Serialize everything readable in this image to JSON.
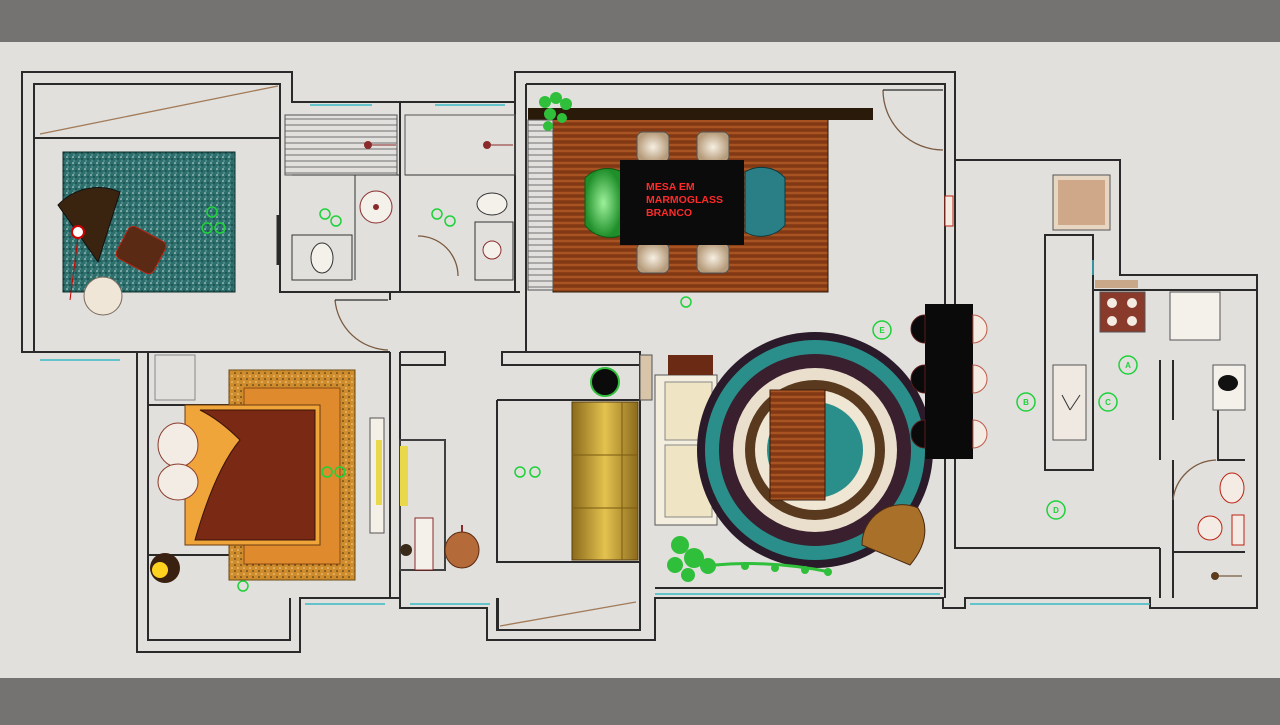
{
  "viewer": {
    "frame_color": "#757272",
    "sheet_color": "#e1e0dc"
  },
  "dining_table": {
    "label_lines": [
      "MESA EM",
      "MARMOGLASS",
      "BRANCO"
    ],
    "label_color": "#ff2a2a"
  },
  "markers": {
    "view_letters": [
      "A",
      "B",
      "C",
      "D",
      "E"
    ]
  },
  "colors": {
    "wall": "#2a2a2a",
    "marker": "#1fd13a",
    "rug_teal": "#2f7b78",
    "wood": "#9a4a1c",
    "bed_cover": "#7a2a14",
    "sofa": "#caa03c",
    "plant": "#2fbf3a",
    "bar_counter": "#0a0a0a"
  }
}
